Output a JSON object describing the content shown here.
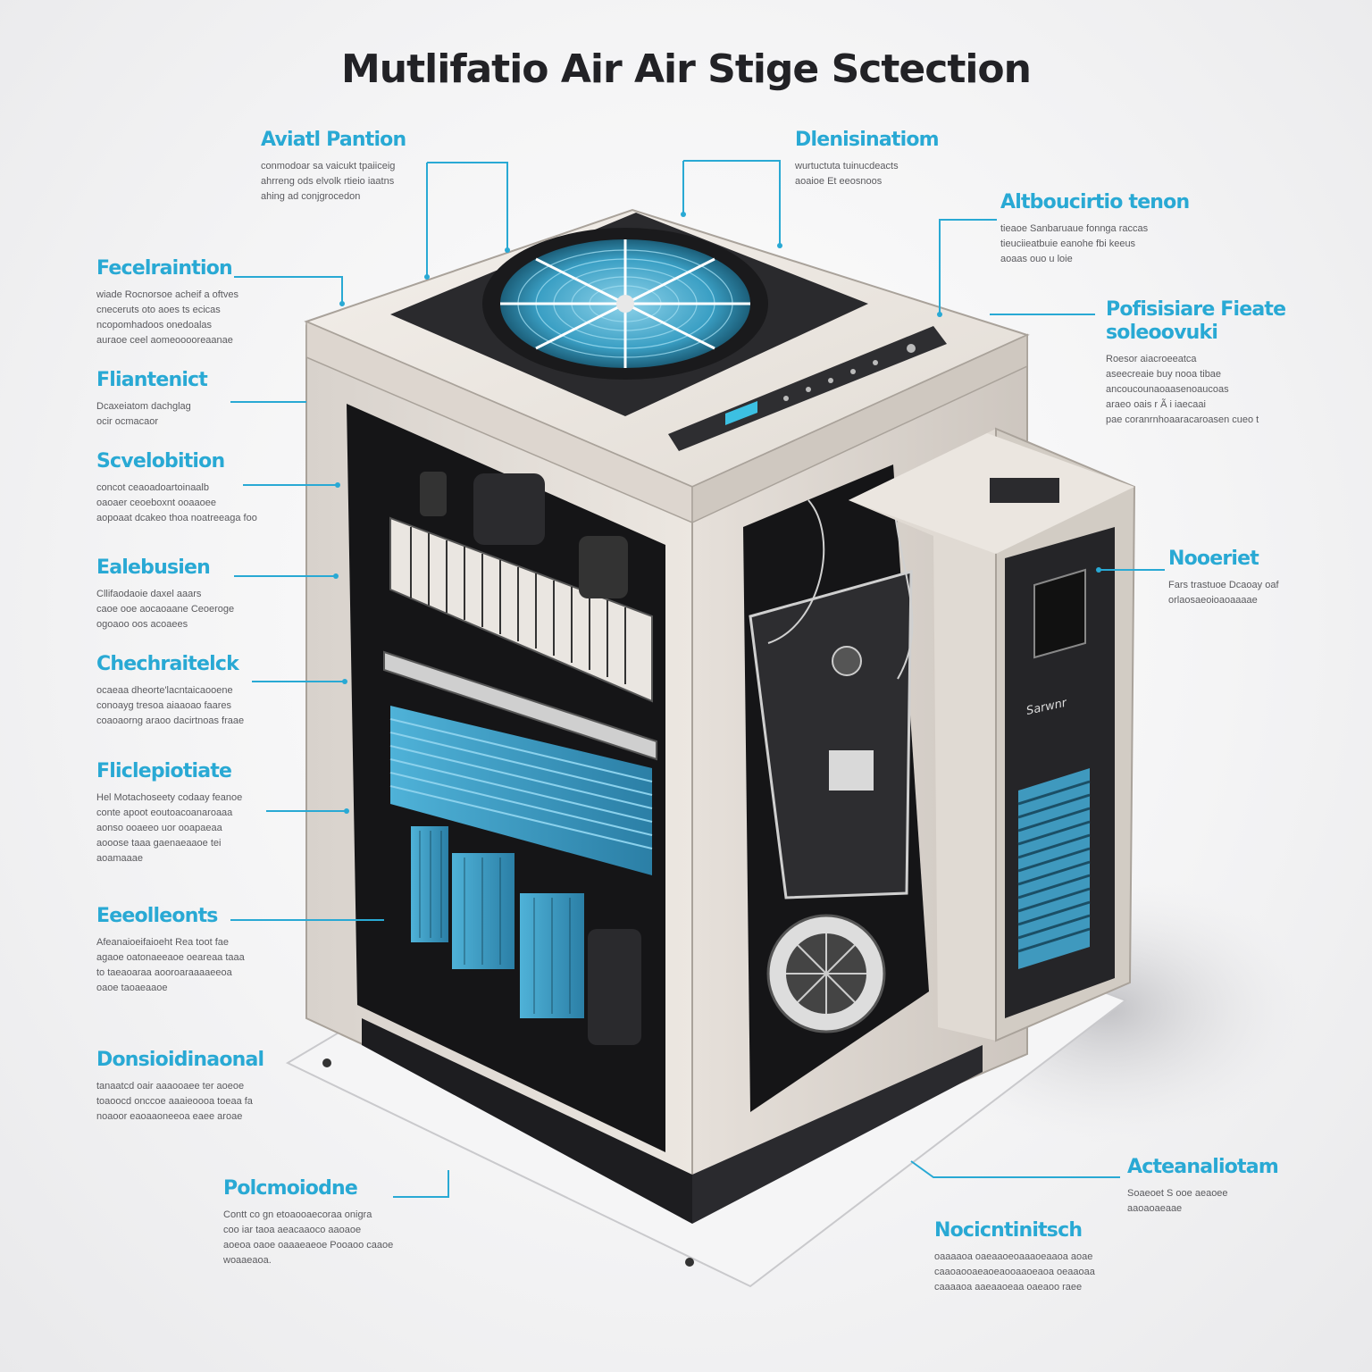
{
  "title": "Mutlifatio Air Air Stige Sctection",
  "accent_color": "#29a9d4",
  "callouts": [
    {
      "id": "c1",
      "title": "Aviatl Pantion",
      "lines": [
        "conmodoar sa vaicukt tpaiiceig",
        "ahrreng ods elvolk rtieio iaatns",
        "ahing ad conjgrocedon"
      ]
    },
    {
      "id": "c2",
      "title": "Dlenisinatiom",
      "lines": [
        "wurtuctuta tuinucdeacts",
        "aoaioe Et eeosnoos"
      ]
    },
    {
      "id": "c3",
      "title": "Fecelraintion",
      "lines": [
        "wiade Rocnorsoe acheif a oftves",
        "cneceruts oto aoes ts ecicas",
        "ncopomhadoos onedoalas",
        "auraoe ceel aomeooooreaanae"
      ]
    },
    {
      "id": "c4",
      "title": "Altboucirtio tenon",
      "lines": [
        "tieaoe Sanbaruaue fonnga raccas",
        "tieuciieatbuie eanohe fbi keeus",
        "aoaas ouo u loie"
      ]
    },
    {
      "id": "c5",
      "title": "Pofisisiare Fieate",
      "title2": "soleoovuki",
      "lines": [
        "Roesor aiacroeeatca",
        "aseecreaie buy nooa tibae",
        "ancoucounaoaasenoaucoas",
        "araeo oais r Ã i iaecaai",
        "pae coranrnhoaaracaroasen cueo t"
      ]
    },
    {
      "id": "c6",
      "title": "Fliantenict",
      "lines": [
        "Dcaxeiatom dachglag",
        "ocir ocmacaor"
      ]
    },
    {
      "id": "c7",
      "title": "Scvelobition",
      "lines": [
        "concot ceaoadoartoinaalb",
        "oaoaer ceoeboxnt ooaaoee",
        "aopoaat dcakeo thoa noatreeaga foo"
      ]
    },
    {
      "id": "c8",
      "title": "Ealebusien",
      "lines": [
        "Cllifaodaoie daxel aaars",
        "caoe ooe aocaoaane Ceoeroge",
        "ogoaoo oos acoaees"
      ]
    },
    {
      "id": "c9",
      "title": "Nooeriet",
      "lines": [
        "Fars trastuoe Dcaoay oaf",
        "orlaosaeoioaoaaaae"
      ]
    },
    {
      "id": "c10",
      "title": "Chechraitelck",
      "lines": [
        "ocaeaa dheorte'lacntaicaooene",
        "conoayg tresoa aiaaoao faares",
        "coaoaorng araoo dacirtnoas fraae"
      ]
    },
    {
      "id": "c11",
      "title": "Fliclepiotiate",
      "lines": [
        "Hel Motachoseety codaay feanoe",
        "conte apoot eoutoacoanaroaaa",
        "aonso ooaeeo uor ooapaeaa",
        "aooose taaa gaenaeaaoe tei",
        "aoamaaae"
      ]
    },
    {
      "id": "c12",
      "title": "Eeeolleonts",
      "lines": [
        "Afeanaioeifaioeht Rea toot fae",
        "agaoe oatonaeeaoe oeareaa taaa",
        "to taeaoaraa aooroaraaaaeeoa",
        "oaoe taoaeaaoe"
      ]
    },
    {
      "id": "c13",
      "title": "Donsioidinaonal",
      "lines": [
        "tanaatcd oair aaaooaee ter aoeoe",
        "toaoocd onccoe aaaieoooa toeaa fa",
        "noaoor eaoaaoneeoa eaee aroae"
      ]
    },
    {
      "id": "c14",
      "title": "Acteanaliotam",
      "lines": [
        "Soaeoet S ooe aeaoee",
        "aaoaoaeaae"
      ]
    },
    {
      "id": "c15",
      "title": "Polcmoiodne",
      "lines": [
        "Contt co gn etoaooaecoraa onigra",
        "coo iar taoa aeacaaoco aaoaoe",
        "aoeoa oaoe oaaaeaeoe Pooaoo caaoe",
        "woaaeaoa."
      ]
    },
    {
      "id": "c16",
      "title": "Nocicntinitsch",
      "lines": [
        "oaaaaoa oaeaaoeoaaaoeaaoa aoae",
        "caaoaooaeaoeaooaaoeaoa oeaaoaa",
        "caaaaoa aaeaaoeaa oaeaoo raee"
      ]
    }
  ],
  "machine": {
    "display_readout": "||||",
    "side_label": "Sarwnr"
  }
}
